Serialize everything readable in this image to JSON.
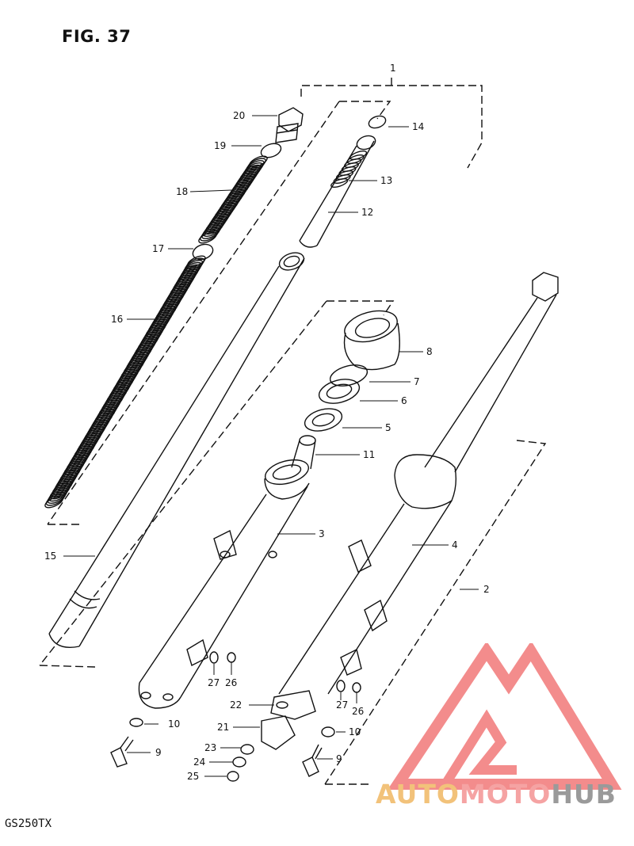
{
  "figure": {
    "title": "FIG. 37",
    "model": "GS250TX"
  },
  "watermark": {
    "part1": "AUTO",
    "part2": "MOTO",
    "part3": "HUB",
    "colors": {
      "auto": "#f2c27a",
      "moto": "#f5a3a3",
      "hub": "#9a9a9a",
      "triangle": "#f28080"
    }
  },
  "callouts": {
    "c1": "1",
    "c2": "2",
    "c3": "3",
    "c4": "4",
    "c5": "5",
    "c6": "6",
    "c7": "7",
    "c8": "8",
    "c9a": "9",
    "c9b": "9",
    "c10a": "10",
    "c10b": "10",
    "c11": "11",
    "c12": "12",
    "c13": "13",
    "c14": "14",
    "c15": "15",
    "c16": "16",
    "c17": "17",
    "c18": "18",
    "c19": "19",
    "c20": "20",
    "c21": "21",
    "c22": "22",
    "c23": "23",
    "c24": "24",
    "c25": "25",
    "c26a": "26",
    "c26b": "26",
    "c27a": "27",
    "c27b": "27"
  }
}
